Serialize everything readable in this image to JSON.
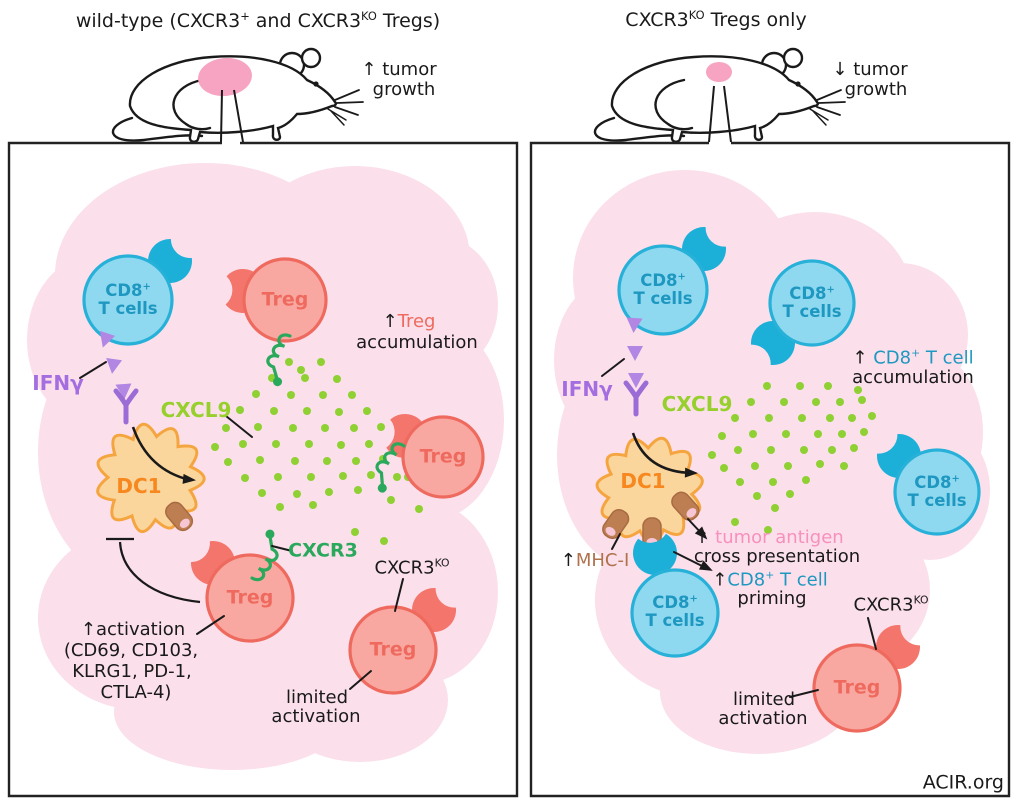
{
  "header": {
    "left_title": {
      "pre": "wild-type (CXCR3",
      "sup1": "+",
      "mid": " and CXCR3",
      "sup2": "KO",
      "post": " Tregs)"
    },
    "right_title": {
      "pre": "CXCR3",
      "sup1": "KO",
      "post": " Tregs only"
    },
    "left_growth": {
      "line1": "↑ tumor",
      "line2": "growth"
    },
    "right_growth": {
      "line1": "↓ tumor",
      "line2": "growth"
    }
  },
  "cells": {
    "cd8": {
      "base": "CD8",
      "sup": "+",
      "line2": "T cells"
    },
    "treg": "Treg",
    "dc1": "DC1"
  },
  "left_panel": {
    "ifng": "IFNγ",
    "cxcl9": "CXCL9",
    "cxcr3": "CXCR3",
    "treg_accumulation": {
      "arrow": "↑",
      "colored": "Treg",
      "line2": "accumulation"
    },
    "activation": {
      "line1": "↑activation",
      "line2": "(CD69, CD103,",
      "line3": "KLRG1, PD-1,",
      "line4": "CTLA-4)"
    },
    "cxcr3ko": {
      "base": "CXCR3",
      "sup": "KO"
    },
    "limited": {
      "line1": "limited",
      "line2": "activation"
    }
  },
  "right_panel": {
    "ifng": "IFNγ",
    "cxcl9": "CXCL9",
    "cd8_accumulation": {
      "arrow": "↑ ",
      "base": "CD8",
      "sup": "+",
      "rest": " T cell",
      "line2": "accumulation"
    },
    "mhc": {
      "arrow": "↑",
      "label": "MHC-I"
    },
    "antigen": {
      "arrow": "↑ ",
      "colored": "tumor antigen",
      "line2": "cross presentation"
    },
    "priming": {
      "arrow": "↑",
      "base": "CD8",
      "sup": "+",
      "rest": " T cell",
      "line2": "priming"
    },
    "cxcr3ko": {
      "base": "CXCR3",
      "sup": "KO"
    },
    "limited": {
      "line1": "limited",
      "line2": "activation"
    }
  },
  "footer": {
    "credit": "ACIR.org"
  },
  "colors": {
    "tumor_blob": "#fbdfeb",
    "mouse_tumor": "#f7a3c2",
    "cd8_fill": "#8fd9f0",
    "cd8_stroke": "#27b1d9",
    "cd8_text": "#1e98c0",
    "cd8_receptor": "#1cb0d8",
    "treg_fill": "#f9a8a1",
    "treg_stroke": "#ef6a5e",
    "treg_receptor": "#f3756b",
    "dc1_fill": "#fbd69c",
    "dc1_stroke": "#f5a53f",
    "dc1_text": "#f6881f",
    "ifng_purple": "#a46ee0",
    "triangle_purple": "#b286e3",
    "y_receptor_purple": "#9b6cd6",
    "cxcl9_green": "#8fd033",
    "cxcr3_green": "#2aa85c",
    "mhc_brown": "#b0714d",
    "antigen_pink": "#f890bd",
    "ink": "#1a1a1a"
  }
}
